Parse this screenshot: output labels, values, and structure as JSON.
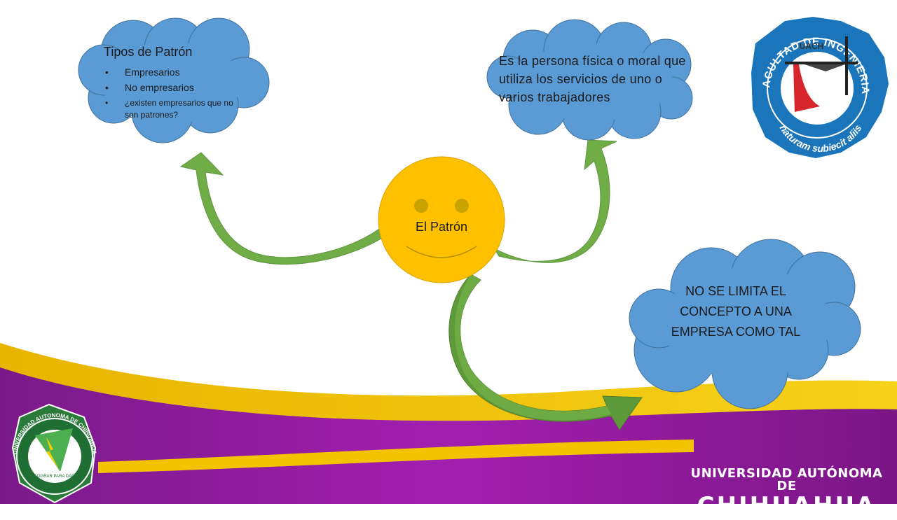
{
  "center": {
    "label": "El Patrón"
  },
  "cloud_left": {
    "title": "Tipos de Patrón",
    "items": [
      "Empresarios",
      "No empresarios",
      "¿existen empresarios que no son patrones?"
    ]
  },
  "cloud_right_top": {
    "text": "Es la persona física o moral que utiliza los servicios de uno o varios trabajadores"
  },
  "cloud_right_bottom": {
    "text": "NO SE LIMITA EL CONCEPTO A UNA EMPRESA COMO TAL"
  },
  "logo_top_right": {
    "ring_top": "FACULTAD DE INGENIERIA",
    "ring_bottom": "naturam subiecit aliis",
    "inner": "UACH"
  },
  "logo_bottom_left": {
    "ring_top": "UNIVERSIDAD AUTONOMA DE CHIHUAHUA",
    "inner": "LOGRAR PARA DAR"
  },
  "footer": {
    "line1": "UNIVERSIDAD AUTÓNOMA DE",
    "line2": "CHIHUAHUA"
  },
  "colors": {
    "cloud": "#5b9bd5",
    "cloud_stroke": "#41719c",
    "arrow": "#70ad47",
    "arrow_dark": "#4f7f2e",
    "face": "#ffc000",
    "eye": "#c9a400",
    "purple": "#8e1a9c",
    "gold": "#f2c200",
    "logo_blue": "#1b75bb",
    "logo_red": "#d7262c"
  }
}
